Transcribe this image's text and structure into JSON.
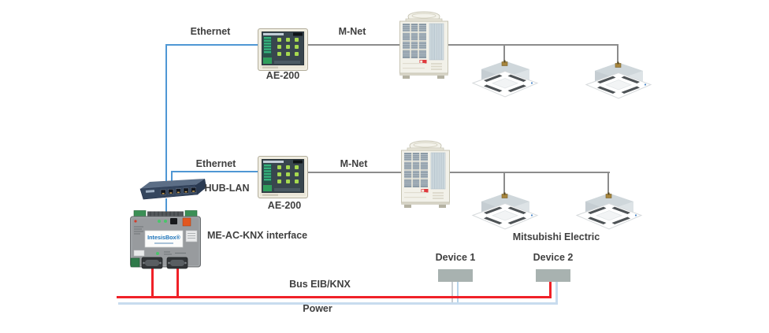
{
  "diagram": {
    "row1": {
      "ethernet_label": "Ethernet",
      "mnet_label": "M-Net",
      "controller_label": "AE-200"
    },
    "row2": {
      "ethernet_label": "Ethernet",
      "mnet_label": "M-Net",
      "controller_label": "AE-200",
      "hub_label": "HUB-LAN"
    },
    "gateway": {
      "label": "ME-AC-KNX interface",
      "device_text": "IntesisBox®"
    },
    "knx_side": {
      "brand_label": "Mitsubishi Electric",
      "device1_label": "Device 1",
      "device2_label": "Device 2",
      "bus_label": "Bus EIB/KNX",
      "power_label": "Power"
    },
    "colors": {
      "ethernet_line": "#4f97d4",
      "mnet_line": "#8c8c8c",
      "bus_knx_line": "#f02128",
      "power_line": "#c8dcee",
      "device_box": "#a8b2b0",
      "label_text": "#3f3f3f"
    }
  }
}
